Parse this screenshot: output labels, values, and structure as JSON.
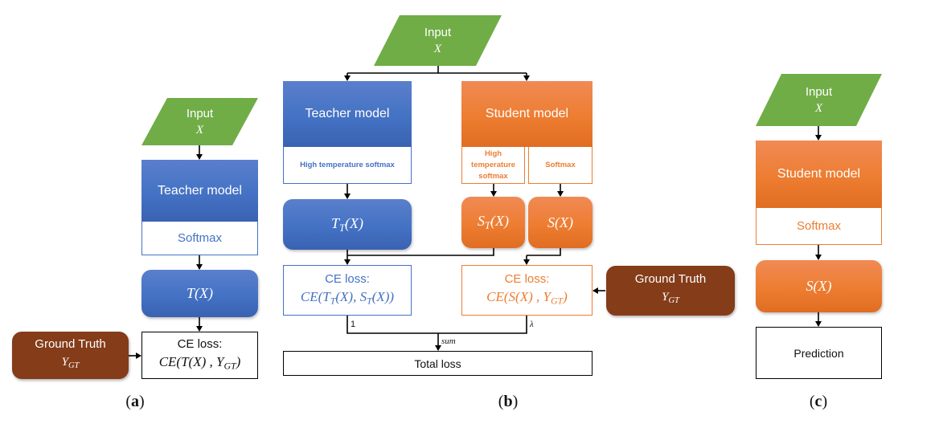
{
  "colors": {
    "input_green": "#70ad47",
    "teacher_blue": "#4472c4",
    "student_orange": "#ed7d31",
    "ground_truth_brown": "#843c19"
  },
  "panel_a": {
    "input": {
      "label": "Input",
      "symbol": "X"
    },
    "teacher_model": {
      "label": "Teacher model",
      "softmax": "Softmax"
    },
    "output": {
      "func": "T",
      "arg": "(X)"
    },
    "ground_truth": {
      "label": "Ground Truth",
      "symbol": "Y",
      "sub": "GT"
    },
    "ce_loss": {
      "label": "CE loss:",
      "expr_pre": "CE(T(X) , Y",
      "expr_sub": "GT",
      "expr_post": ")"
    },
    "caption": "a"
  },
  "panel_b": {
    "input": {
      "label": "Input",
      "symbol": "X"
    },
    "teacher_model": {
      "label": "Teacher model",
      "softmax": "High temperature softmax"
    },
    "student_model": {
      "label": "Student model",
      "softmax_high_temp": [
        "High",
        "temperature",
        "softmax"
      ],
      "softmax": "Softmax"
    },
    "teacher_output": {
      "func": "T",
      "sub": "T",
      "arg": "(X)"
    },
    "student_output_temp": {
      "func": "S",
      "sub": "T",
      "arg": "(X)"
    },
    "student_output": {
      "func": "S",
      "arg": "(X)"
    },
    "ce_loss_distill": {
      "label": "CE loss:",
      "expr_a": "CE(T",
      "sub_a": "T",
      "expr_b": "(X), S",
      "sub_b": "T",
      "expr_c": "(X))"
    },
    "ce_loss_gt": {
      "label": "CE loss:",
      "expr_pre": "CE(S(X) , Y",
      "expr_sub": "GT",
      "expr_post": ")"
    },
    "ground_truth": {
      "label": "Ground Truth",
      "symbol": "Y",
      "sub": "GT"
    },
    "weight_distill": "1",
    "weight_gt": "λ",
    "sum_label": "sum",
    "total_loss": "Total loss",
    "caption": "b"
  },
  "panel_c": {
    "input": {
      "label": "Input",
      "symbol": "X"
    },
    "student_model": {
      "label": "Student model",
      "softmax": "Softmax"
    },
    "output": {
      "func": "S",
      "arg": "(X)"
    },
    "prediction": "Prediction",
    "caption": "c"
  }
}
